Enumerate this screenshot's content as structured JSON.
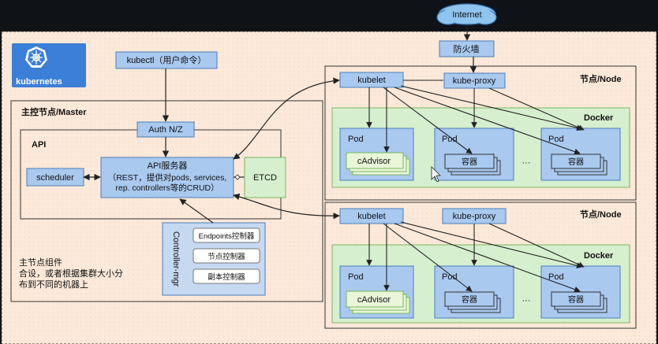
{
  "internet": "Internet",
  "firewall": "防火墙",
  "logo_text": "kubernetes",
  "kubectl": "kubectl（用户命令）",
  "master": {
    "title": "主控节点/Master",
    "auth": "Auth N/Z",
    "api_label": "API",
    "scheduler": "scheduler",
    "api_server_line1": "API服务器",
    "api_server_line2": "（REST，提供对pods, services,",
    "api_server_line3": "rep. controllers等的CRUD）",
    "etcd": "ETCD",
    "controller_mgr": "Controller-mgr",
    "controllers": [
      "Endpoints控制器",
      "节点控制器",
      "副本控制器"
    ],
    "note_lines": [
      "主节点组件",
      "合设，或者根据集群大小分",
      "布到不同的机器上"
    ]
  },
  "nodes": [
    {
      "title": "节点/Node",
      "kubelet": "kubelet",
      "kube_proxy": "kube-proxy",
      "docker": "Docker",
      "pod_label": "Pod",
      "cadvisor": "cAdvisor",
      "container": "容器",
      "ellipsis": "···"
    },
    {
      "title": "节点/Node",
      "kubelet": "kubelet",
      "kube_proxy": "kube-proxy",
      "docker": "Docker",
      "pod_label": "Pod",
      "cadvisor": "cAdvisor",
      "container": "容器",
      "ellipsis": "···"
    }
  ],
  "colors": {
    "slide_bg": "#fde9d9",
    "blue_box": "#a9c9ef",
    "box_border": "#4a7ebb",
    "green_docker": "#d6efcf",
    "green_border": "#77b75f",
    "light_green": "#e9f6d8",
    "controller_bg": "#c5d9f1",
    "internet_cloud": "#8fc4ee"
  }
}
